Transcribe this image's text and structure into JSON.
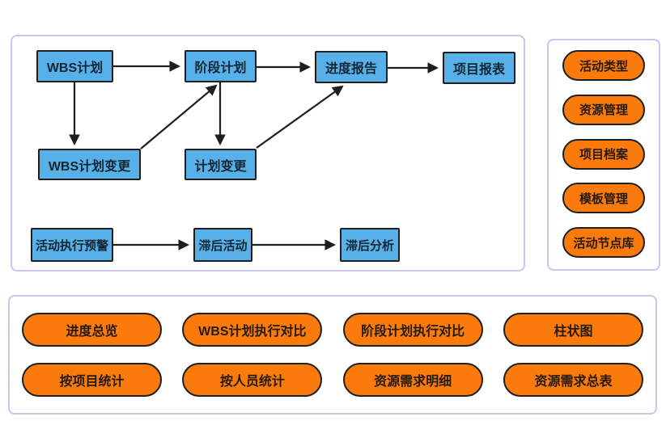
{
  "flow_panel": {
    "nodes": {
      "wbs_plan": {
        "label": "WBS计划"
      },
      "phase_plan": {
        "label": "阶段计划"
      },
      "progress_report": {
        "label": "进度报告"
      },
      "project_report": {
        "label": "项目报表"
      },
      "wbs_plan_change": {
        "label": "WBS计划变更"
      },
      "plan_change": {
        "label": "计划变更"
      },
      "activity_warning": {
        "label": "活动执行预警"
      },
      "lagging_activity": {
        "label": "滞后活动"
      },
      "lag_analysis": {
        "label": "滞后分析"
      }
    },
    "edges": [
      {
        "from": "wbs_plan",
        "to": "phase_plan"
      },
      {
        "from": "phase_plan",
        "to": "progress_report"
      },
      {
        "from": "progress_report",
        "to": "project_report"
      },
      {
        "from": "wbs_plan",
        "to": "wbs_plan_change"
      },
      {
        "from": "wbs_plan_change",
        "to": "phase_plan"
      },
      {
        "from": "phase_plan",
        "to": "plan_change"
      },
      {
        "from": "plan_change",
        "to": "progress_report"
      },
      {
        "from": "activity_warning",
        "to": "lagging_activity"
      },
      {
        "from": "lagging_activity",
        "to": "lag_analysis"
      }
    ]
  },
  "side_panel": {
    "items": [
      {
        "label": "活动类型"
      },
      {
        "label": "资源管理"
      },
      {
        "label": "项目档案"
      },
      {
        "label": "模板管理"
      },
      {
        "label": "活动节点库"
      }
    ]
  },
  "bottom_panel": {
    "items": [
      {
        "label": "进度总览"
      },
      {
        "label": "WBS计划执行对比"
      },
      {
        "label": "阶段计划执行对比"
      },
      {
        "label": "柱状图"
      },
      {
        "label": "按项目统计"
      },
      {
        "label": "按人员统计"
      },
      {
        "label": "资源需求明细"
      },
      {
        "label": "资源需求总表"
      }
    ]
  },
  "colors": {
    "node_fill": "#58b0e8",
    "node_border": "#1f1f1f",
    "pill_fill": "#fa7a0c",
    "pill_border": "#1f1f1f",
    "panel_border": "#c9c6ef",
    "arrow": "#1f1f1f",
    "background": "#ffffff"
  }
}
